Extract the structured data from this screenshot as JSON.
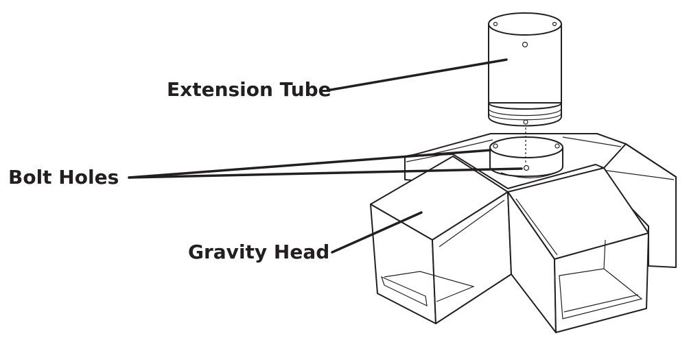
{
  "labels": {
    "extension_tube": "Extension Tube",
    "bolt_holes": "Bolt Holes",
    "gravity_head": "Gravity Head"
  },
  "colors": {
    "line": "#231f20",
    "background": "#ffffff"
  }
}
